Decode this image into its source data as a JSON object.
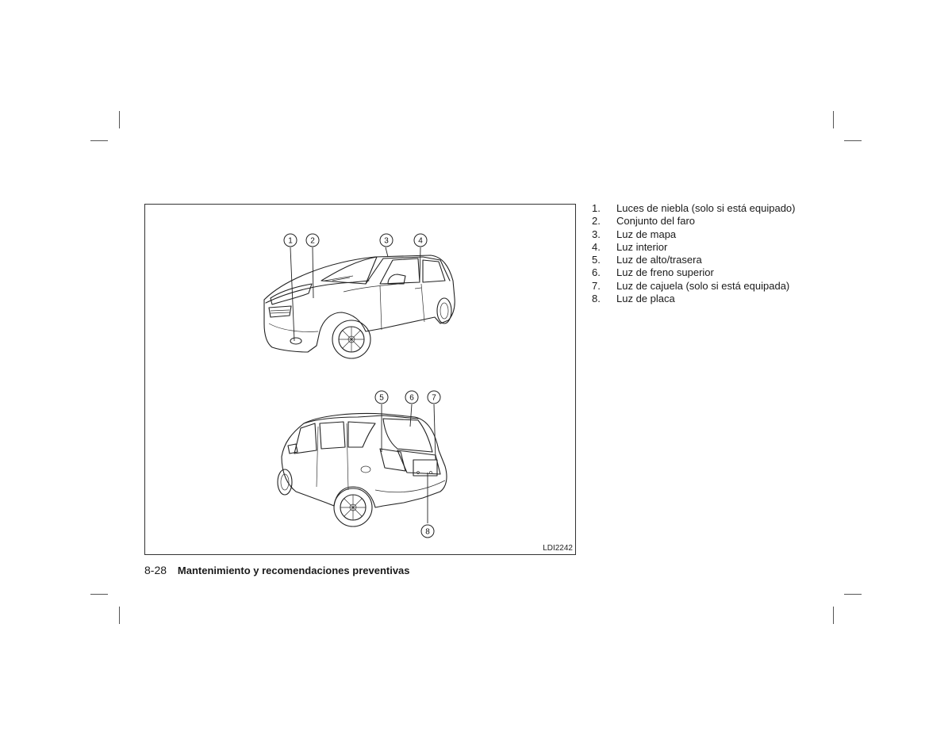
{
  "figure": {
    "id": "LDI2242",
    "callouts": [
      "1",
      "2",
      "3",
      "4",
      "5",
      "6",
      "7",
      "8"
    ]
  },
  "legend": [
    {
      "num": "1.",
      "text": "Luces de niebla (solo si está equipado)"
    },
    {
      "num": "2.",
      "text": "Conjunto del faro"
    },
    {
      "num": "3.",
      "text": "Luz de mapa"
    },
    {
      "num": "4.",
      "text": "Luz interior"
    },
    {
      "num": "5.",
      "text": "Luz de alto/trasera"
    },
    {
      "num": "6.",
      "text": "Luz de freno superior"
    },
    {
      "num": "7.",
      "text": "Luz de cajuela (solo si está equipada)"
    },
    {
      "num": "8.",
      "text": "Luz de placa"
    }
  ],
  "footer": {
    "page_number": "8-28",
    "section_title": "Mantenimiento y recomendaciones preventivas"
  }
}
